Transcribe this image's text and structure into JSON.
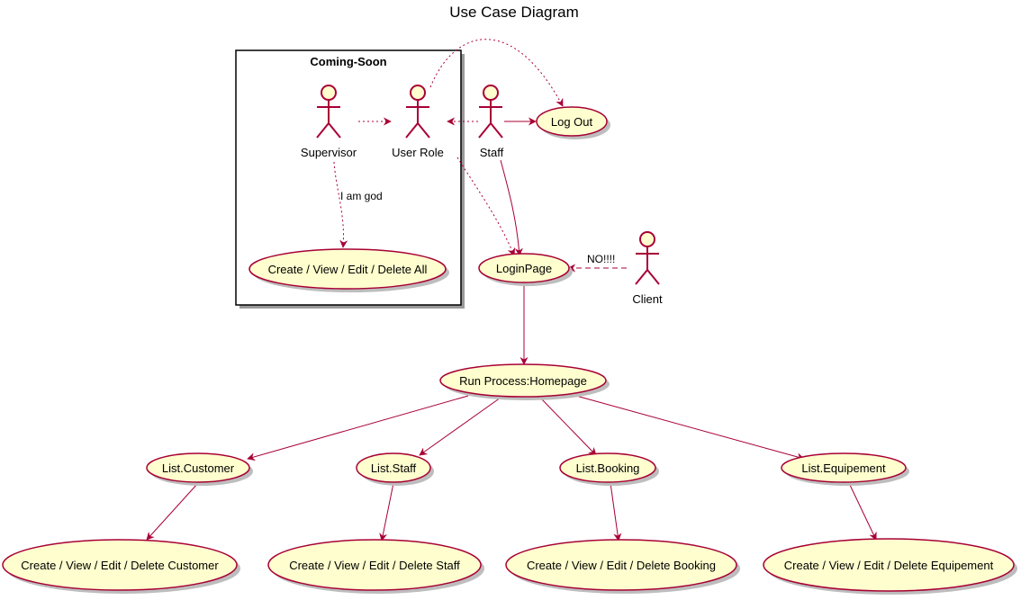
{
  "title": "Use Case Diagram",
  "package": {
    "label": "Coming-Soon"
  },
  "actors": {
    "supervisor": "Supervisor",
    "user_role": "User Role",
    "staff": "Staff",
    "client": "Client"
  },
  "use_cases": {
    "log_out": "Log Out",
    "create_all": "Create / View / Edit / Delete All",
    "login_page": "LoginPage",
    "homepage": "Run Process:Homepage",
    "list_customer": "List.Customer",
    "list_staff": "List.Staff",
    "list_booking": "List.Booking",
    "list_equipement": "List.Equipement",
    "crud_customer": "Create / View / Edit / Delete Customer",
    "crud_staff": "Create / View / Edit / Delete Staff",
    "crud_booking": "Create / View / Edit / Delete Booking",
    "crud_equipement": "Create / View / Edit / Delete Equipement"
  },
  "edge_labels": {
    "god": "I am god",
    "no": "NO!!!!"
  },
  "colors": {
    "use_case_fill": "#FEFECE",
    "stroke": "#A80036",
    "shadow": "#BDBDBD"
  }
}
